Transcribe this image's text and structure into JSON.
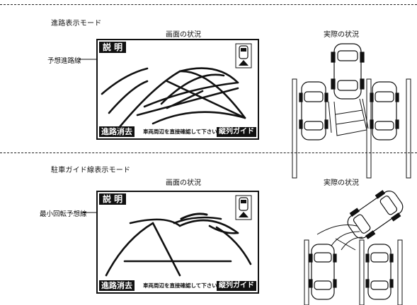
{
  "sections": [
    {
      "mode_title": "進路表示モード",
      "screen_caption": "画面の状況",
      "actual_caption": "実際の状況",
      "callout": "予想進路線",
      "screen": {
        "explain_label": "説 明",
        "bottom_left": "進路消去",
        "bottom_message": "車両周辺を直接確認して下さい",
        "bottom_right": "縦列ガイド"
      }
    },
    {
      "mode_title": "駐車ガイド線表示モード",
      "screen_caption": "画面の状況",
      "actual_caption": "実際の状況",
      "callout": "最小回転予想線",
      "screen": {
        "explain_label": "説 明",
        "bottom_left": "進路消去",
        "bottom_message": "車両周辺を直接確認して下さい",
        "bottom_right": "縦列ガイド"
      }
    }
  ]
}
